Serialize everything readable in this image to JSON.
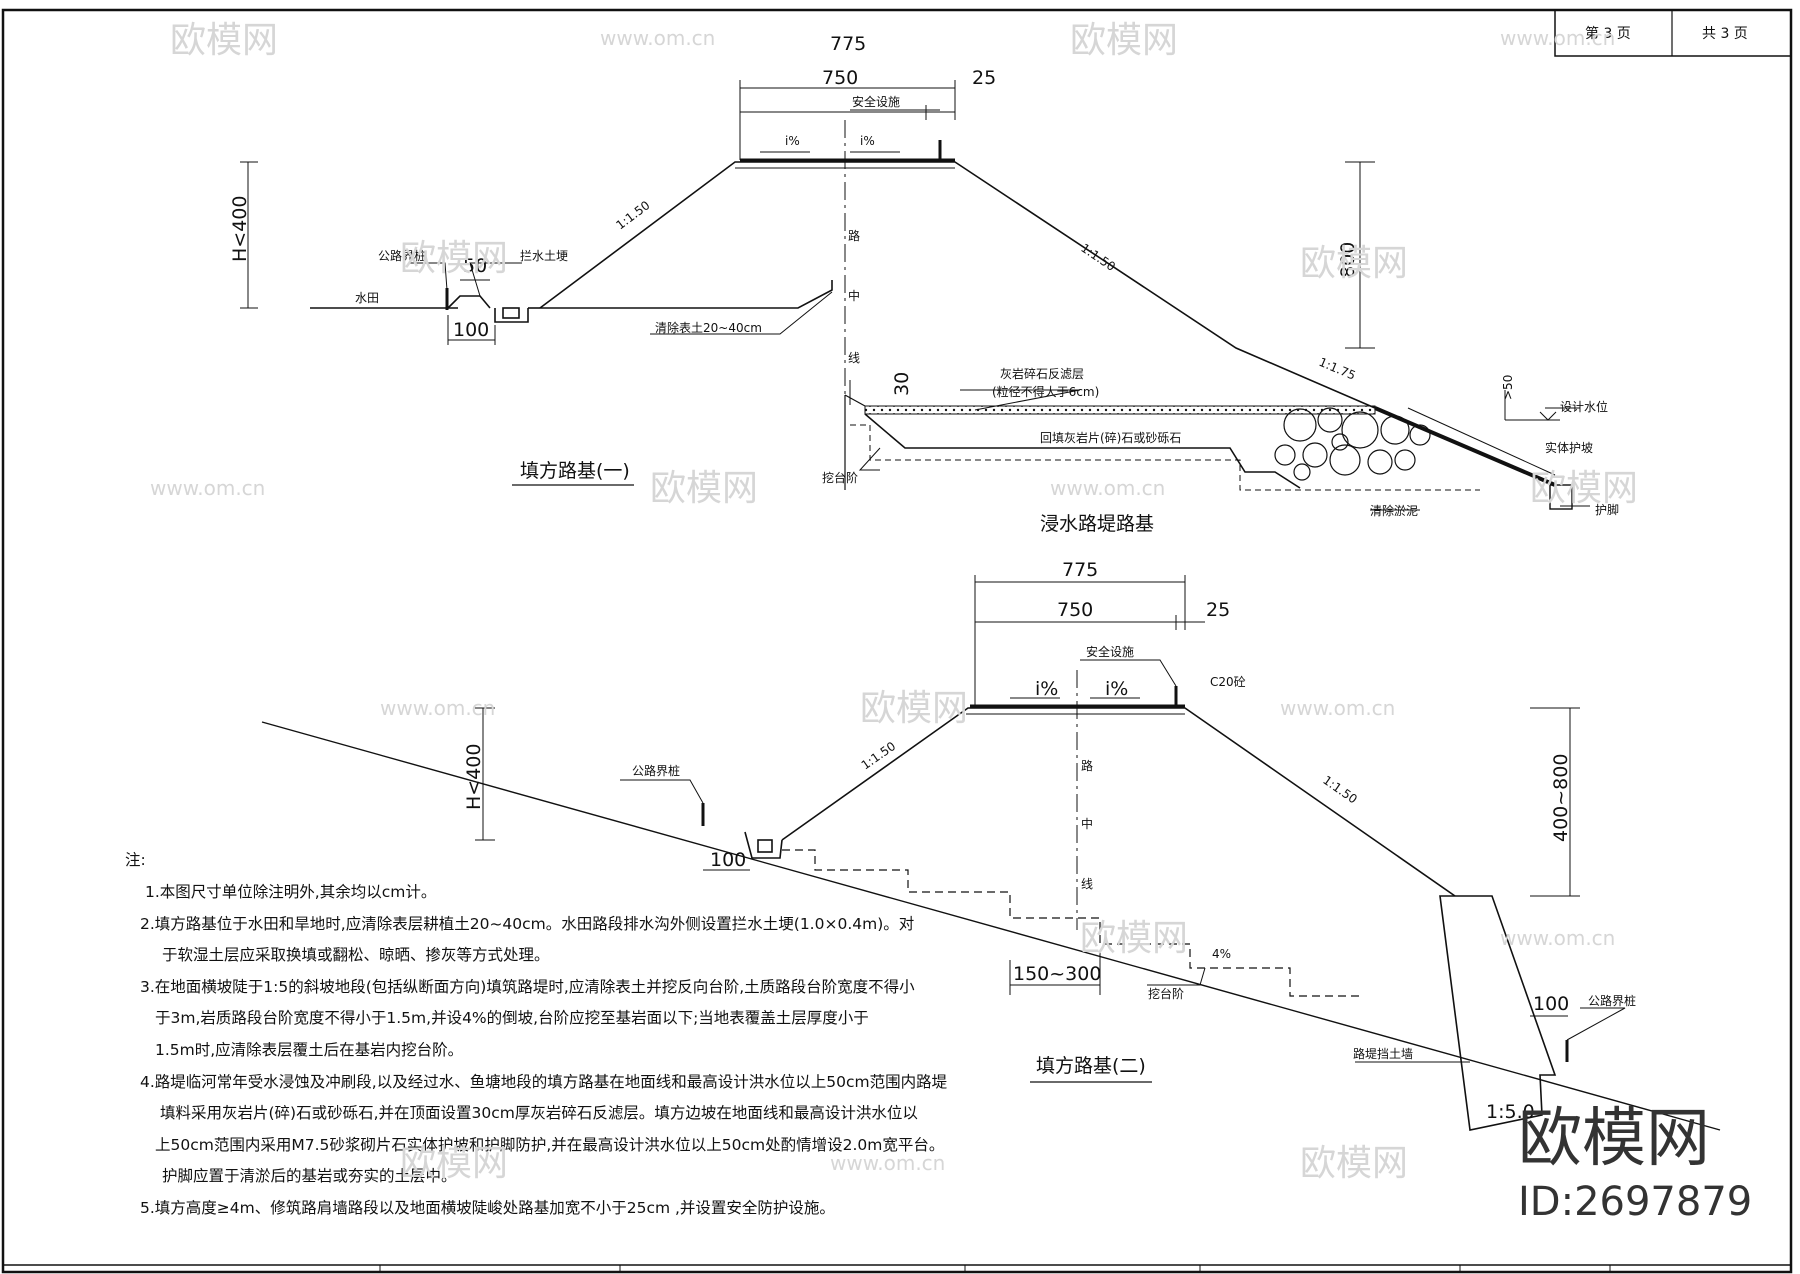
{
  "title_block": {
    "page_current": "第 3 页",
    "page_total": "共 3 页"
  },
  "diagram1": {
    "caption": "填方路基(一)",
    "dim_total": "775",
    "dim_road": "750",
    "dim_safety": "25",
    "safety": "安全设施",
    "slope_left": "1:1.50",
    "slope_right": "1:1.50",
    "h": "H<400",
    "boundary_pile": "公路界桩",
    "water_ridge": "拦水土埂",
    "ridge_width": "50",
    "paddy": "水田",
    "ditch_width": "100",
    "clear_topsoil": "清除表土20~40cm",
    "centerline": "路中线",
    "cross_left": "i%",
    "cross_right": "i%"
  },
  "diagram_flood": {
    "caption": "浸水路堤路基",
    "dim_800": "800",
    "slope_175": "1:1.75",
    "layer30": "30",
    "filter_layer": "灰岩碎石反滤层",
    "filter_size": "(粒径不得大于6cm)",
    "backfill": "回填灰岩片(碎)石或砂砾石",
    "dig_step": "挖台阶",
    "clear_silt": "清除淤泥",
    "over50": ">50",
    "design_water": "设计水位",
    "solid_protect": "实体护坡",
    "toe": "护脚"
  },
  "diagram2": {
    "caption": "填方路基(二)",
    "dim_total": "775",
    "dim_road": "750",
    "dim_safety": "25",
    "safety": "安全设施",
    "c20": "C20砼",
    "cross_left": "i%",
    "cross_right": "i%",
    "slope_left": "1:1.50",
    "slope_right": "1:1.50",
    "h": "H<400",
    "h2": "400~800",
    "boundary_pile_l": "公路界桩",
    "boundary_pile_r": "公路界桩",
    "ditch_width": "100",
    "ditch_width_r": "100",
    "step": "150~300",
    "slope4": "4%",
    "dig_step": "挖台阶",
    "retaining_wall": "路堤挡土墙",
    "wall_slope": "1:5.0",
    "centerline": "路中线"
  },
  "notes": {
    "heading": "注:",
    "items": [
      "1.本图尺寸单位除注明外,其余均以cm计。",
      "2.填方路基位于水田和旱地时,应清除表层耕植土20~40cm。水田路段排水沟外侧设置拦水土埂(1.0×0.4m)。对",
      "于软湿土层应采取换填或翻松、晾晒、掺灰等方式处理。",
      "3.在地面横坡陡于1:5的斜坡地段(包括纵断面方向)填筑路堤时,应清除表土并挖反向台阶,土质路段台阶宽度不得小",
      "于3m,岩质路段台阶宽度不得小于1.5m,并设4%的倒坡,台阶应挖至基岩面以下;当地表覆盖土层厚度小于",
      "1.5m时,应清除表层覆土后在基岩内挖台阶。",
      "4.路堤临河常年受水浸蚀及冲刷段,以及经过水、鱼塘地段的填方路基在地面线和最高设计洪水位以上50cm范围内路堤",
      "填料采用灰岩片(碎)石或砂砾石,并在顶面设置30cm厚灰岩碎石反滤层。填方边坡在地面线和最高设计洪水位以",
      "上50cm范围内采用M7.5砂浆砌片石实体护坡和护脚防护,并在最高设计洪水位以上50cm处酌情增设2.0m宽平台。",
      "护脚应置于清淤后的基岩或夯实的土层中。",
      "5.填方高度≥4m、修筑路肩墙路段以及地面横坡陡峻处路基加宽不小于25cm ,并设置安全防护设施。"
    ]
  },
  "watermark": {
    "brand": "欧模网",
    "url": "www.om.cn",
    "id": "ID:2697879"
  }
}
